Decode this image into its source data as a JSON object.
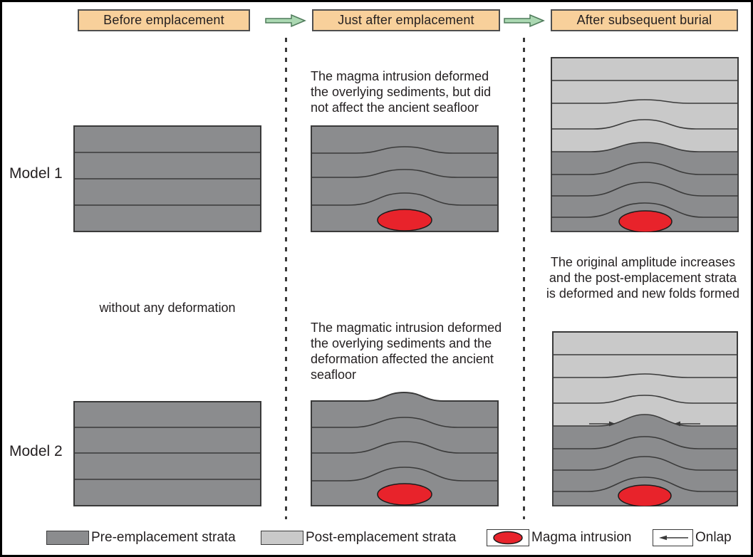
{
  "colors": {
    "background": "#ffffff",
    "frame": "#000000",
    "text": "#231f20",
    "line": "#3a3a3a",
    "pre_strata": "#8b8c8e",
    "post_strata": "#c9c9c9",
    "magma": "#e8232b",
    "stage_fill": "#f8d09b",
    "stage_border": "#4f4f4f",
    "arrow_fill": "#abd8b2",
    "arrow_border": "#4e7a5a"
  },
  "header": {
    "stages": [
      {
        "label": "Before emplacement"
      },
      {
        "label": "Just after emplacement"
      },
      {
        "label": "After subsequent burial"
      }
    ],
    "arrow_icon": "arrow-right"
  },
  "models": [
    {
      "label": "Model 1",
      "emplacement_note": "The magma intrusion deformed\nthe overlying sediments, but did\nnot affect the ancient seafloor"
    },
    {
      "label": "Model 2",
      "emplacement_note": "The magmatic intrusion deformed\nthe overlying sediments and the\ndeformation affected the ancient\nseafloor"
    }
  ],
  "notes": {
    "before_column": "without any deformation",
    "burial_column": "The original amplitude increases\nand the post-emplacement strata\nis deformed and new folds formed"
  },
  "legend": {
    "items": [
      {
        "swatch": "pre-strata",
        "label": "Pre-emplacement strata"
      },
      {
        "swatch": "post-strata",
        "label": "Post-emplacement strata"
      },
      {
        "swatch": "magma-ellipse",
        "label": "Magma intrusion"
      },
      {
        "swatch": "onlap-arrow",
        "label": "Onlap"
      }
    ]
  }
}
